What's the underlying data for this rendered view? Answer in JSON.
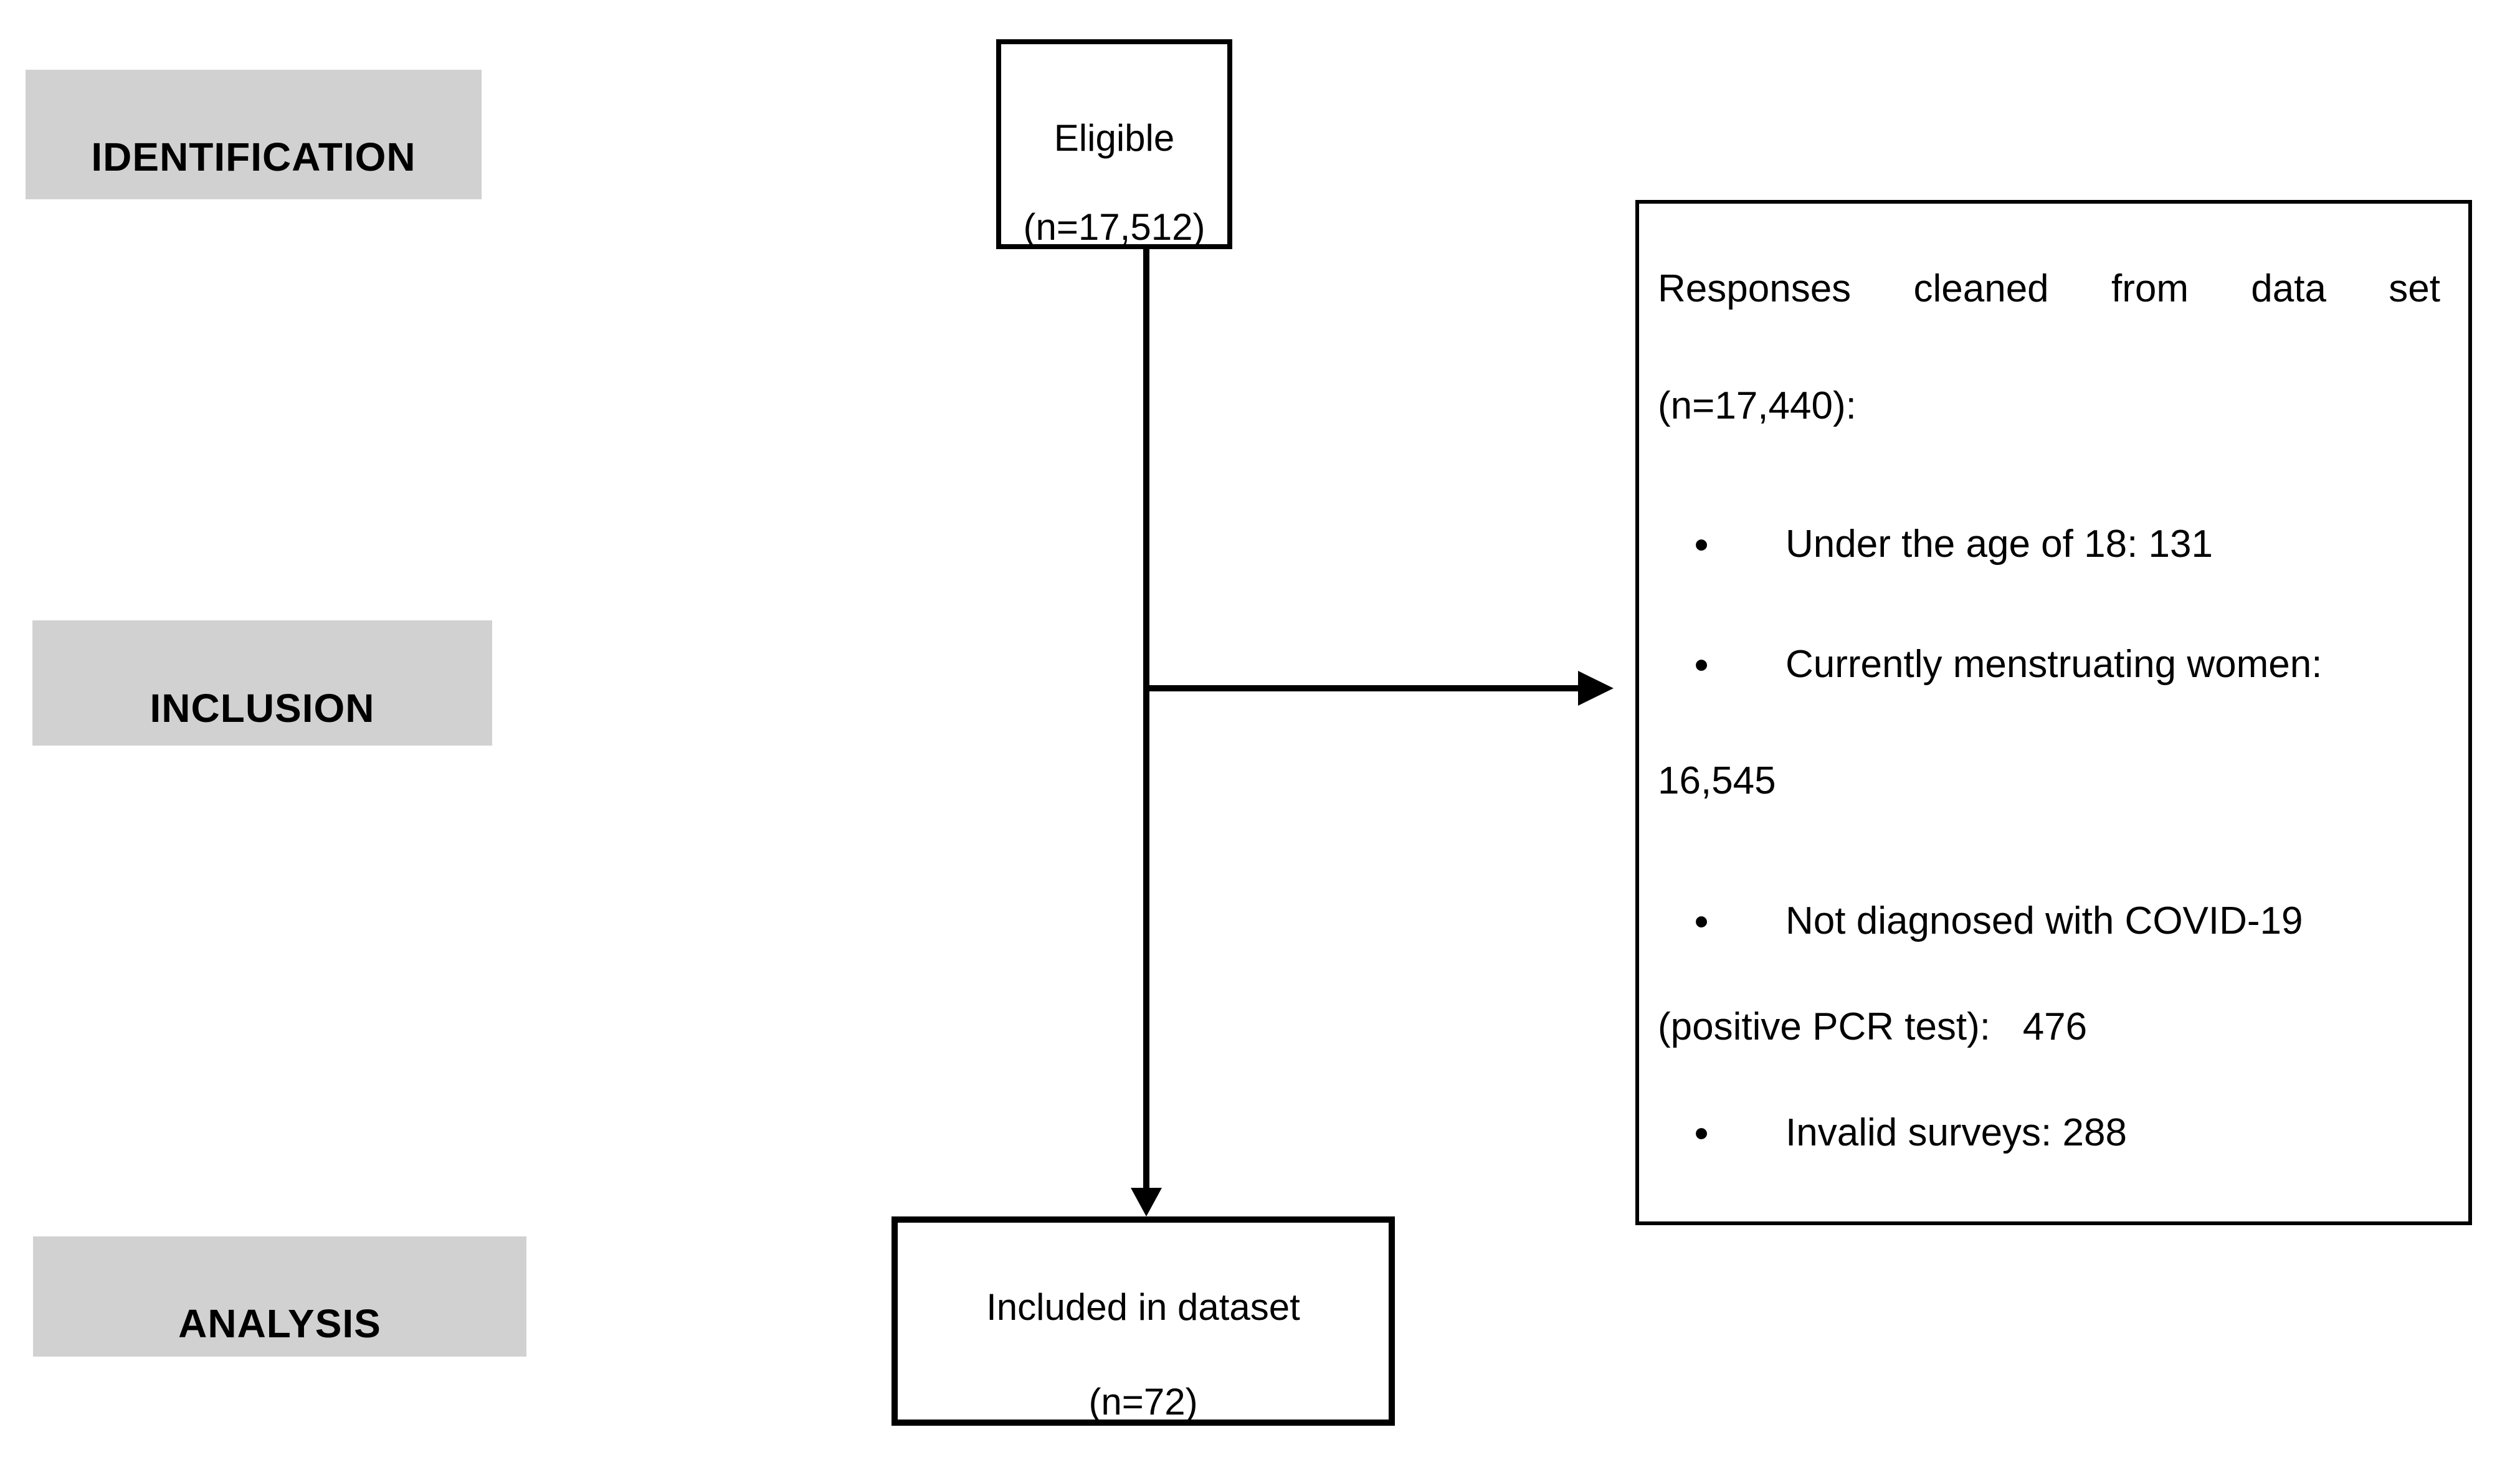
{
  "figure": {
    "kind": "participant-flow-diagram"
  },
  "colors": {
    "background": "#ffffff",
    "stage_fill": "#d1d1d1",
    "stroke": "#000000",
    "text": "#000000"
  },
  "stages": [
    {
      "label": "IDENTIFICATION"
    },
    {
      "label": "INCLUSION"
    },
    {
      "label": "ANALYSIS"
    }
  ],
  "eligible_box": {
    "line1": "Eligible",
    "line2": "(n=17,512)"
  },
  "included_box": {
    "line1": "Included in dataset",
    "line2": "(n=72)"
  },
  "exclusion_box": {
    "header_words": [
      "Responses",
      "cleaned",
      "from",
      "data",
      "set"
    ],
    "count_line": "(n=17,440):",
    "bullet_glyph": "•",
    "bullets": [
      {
        "text": "Under the age of 18: 131"
      },
      {
        "text": "Currently menstruating women:",
        "continuation": "16,545"
      },
      {
        "text": "Not diagnosed with COVID-19",
        "continuation": "(positive PCR test):   476"
      },
      {
        "text": "Invalid surveys: 288"
      }
    ]
  }
}
